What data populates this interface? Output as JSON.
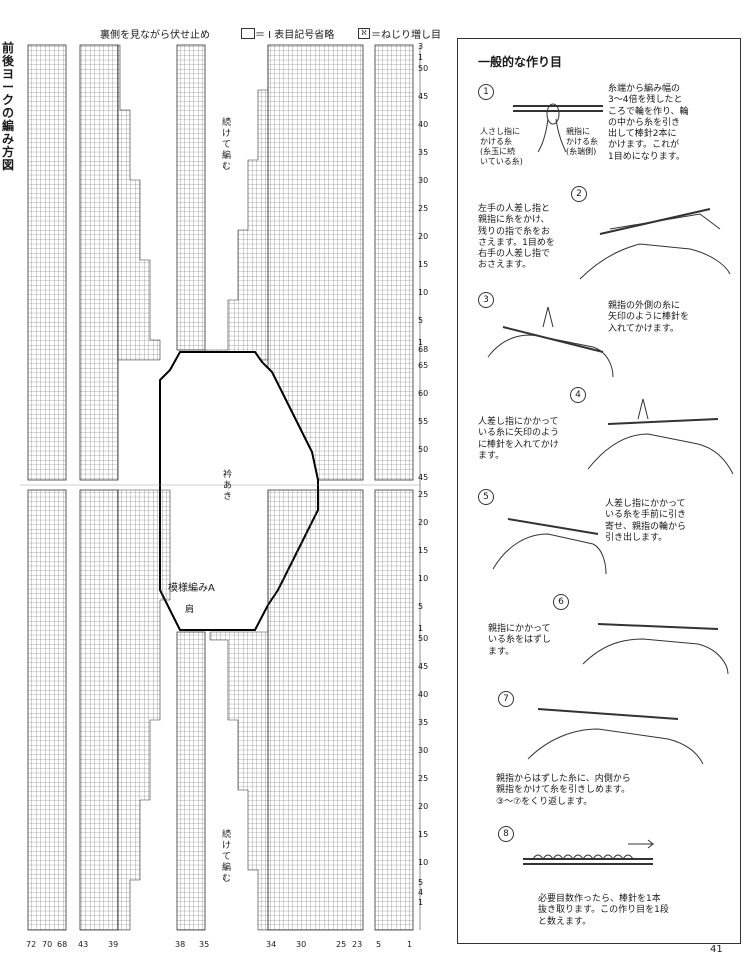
{
  "header": {
    "bind_off_note": "裏側を見ながら伏せ止め",
    "legend_plain": "＝ Ⅰ 表目記号省略",
    "legend_twist": "＝ねじり増し目"
  },
  "vertical_title": "前後ヨークの編み方図",
  "chart": {
    "continue_upper": "続けて編む",
    "continue_lower": "続けて編む",
    "neck_opening": "衿あき",
    "pattern_a": "模様編みA",
    "shoulder": "肩",
    "right_axis_upper": [
      "3",
      "1",
      "50",
      "45",
      "40",
      "35",
      "30",
      "25",
      "20",
      "15",
      "10",
      "5",
      "1"
    ],
    "right_axis_middle": [
      "68",
      "65",
      "60",
      "55",
      "50",
      "45"
    ],
    "right_axis_lower": [
      "25",
      "20",
      "15",
      "10",
      "5",
      "1",
      "50",
      "45",
      "40",
      "35",
      "30",
      "25",
      "20",
      "15",
      "10",
      "5",
      "4",
      "1"
    ],
    "bottom_axis": [
      "72",
      "70",
      "68",
      "43",
      "39",
      "38",
      "35",
      "34",
      "30",
      "25",
      "23",
      "5",
      "1"
    ]
  },
  "panel": {
    "title": "一般的な作り目",
    "steps": [
      {
        "num": "1",
        "text": "糸端から編み幅の\n3～4倍を残したと\nころで輪を作り、輪\nの中から糸を引き\n出して棒針2本に\nかけます。これが\n1目めになります。",
        "labels": [
          "人さし指に\nかける糸\n(糸玉に続\nいている糸)",
          "親指に\nかける糸\n(糸端側)"
        ]
      },
      {
        "num": "2",
        "text": "左手の人差し指と\n親指に糸をかけ、\n残りの指で糸をお\nさえます。1目めを\n右手の人差し指で\nおさえます。"
      },
      {
        "num": "3",
        "text": "親指の外側の糸に\n矢印のように棒針を\n入れてかけます。"
      },
      {
        "num": "4",
        "text": "人差し指にかかって\nいる糸に矢印のよう\nに棒針を入れてかけ\nます。"
      },
      {
        "num": "5",
        "text": "人差し指にかかって\nいる糸を手前に引き\n寄せ、親指の輪から\n引き出します。"
      },
      {
        "num": "6",
        "text": "親指にかかって\nいる糸をはずし\nます。"
      },
      {
        "num": "7",
        "text": "親指からはずした糸に、内側から\n親指をかけて糸を引きしめます。\n③～⑦をくり返します。"
      },
      {
        "num": "8",
        "text": "必要目数作ったら、棒針を1本\n抜き取ります。この作り目を1段\nと数えます。"
      }
    ]
  },
  "page_number": "41"
}
